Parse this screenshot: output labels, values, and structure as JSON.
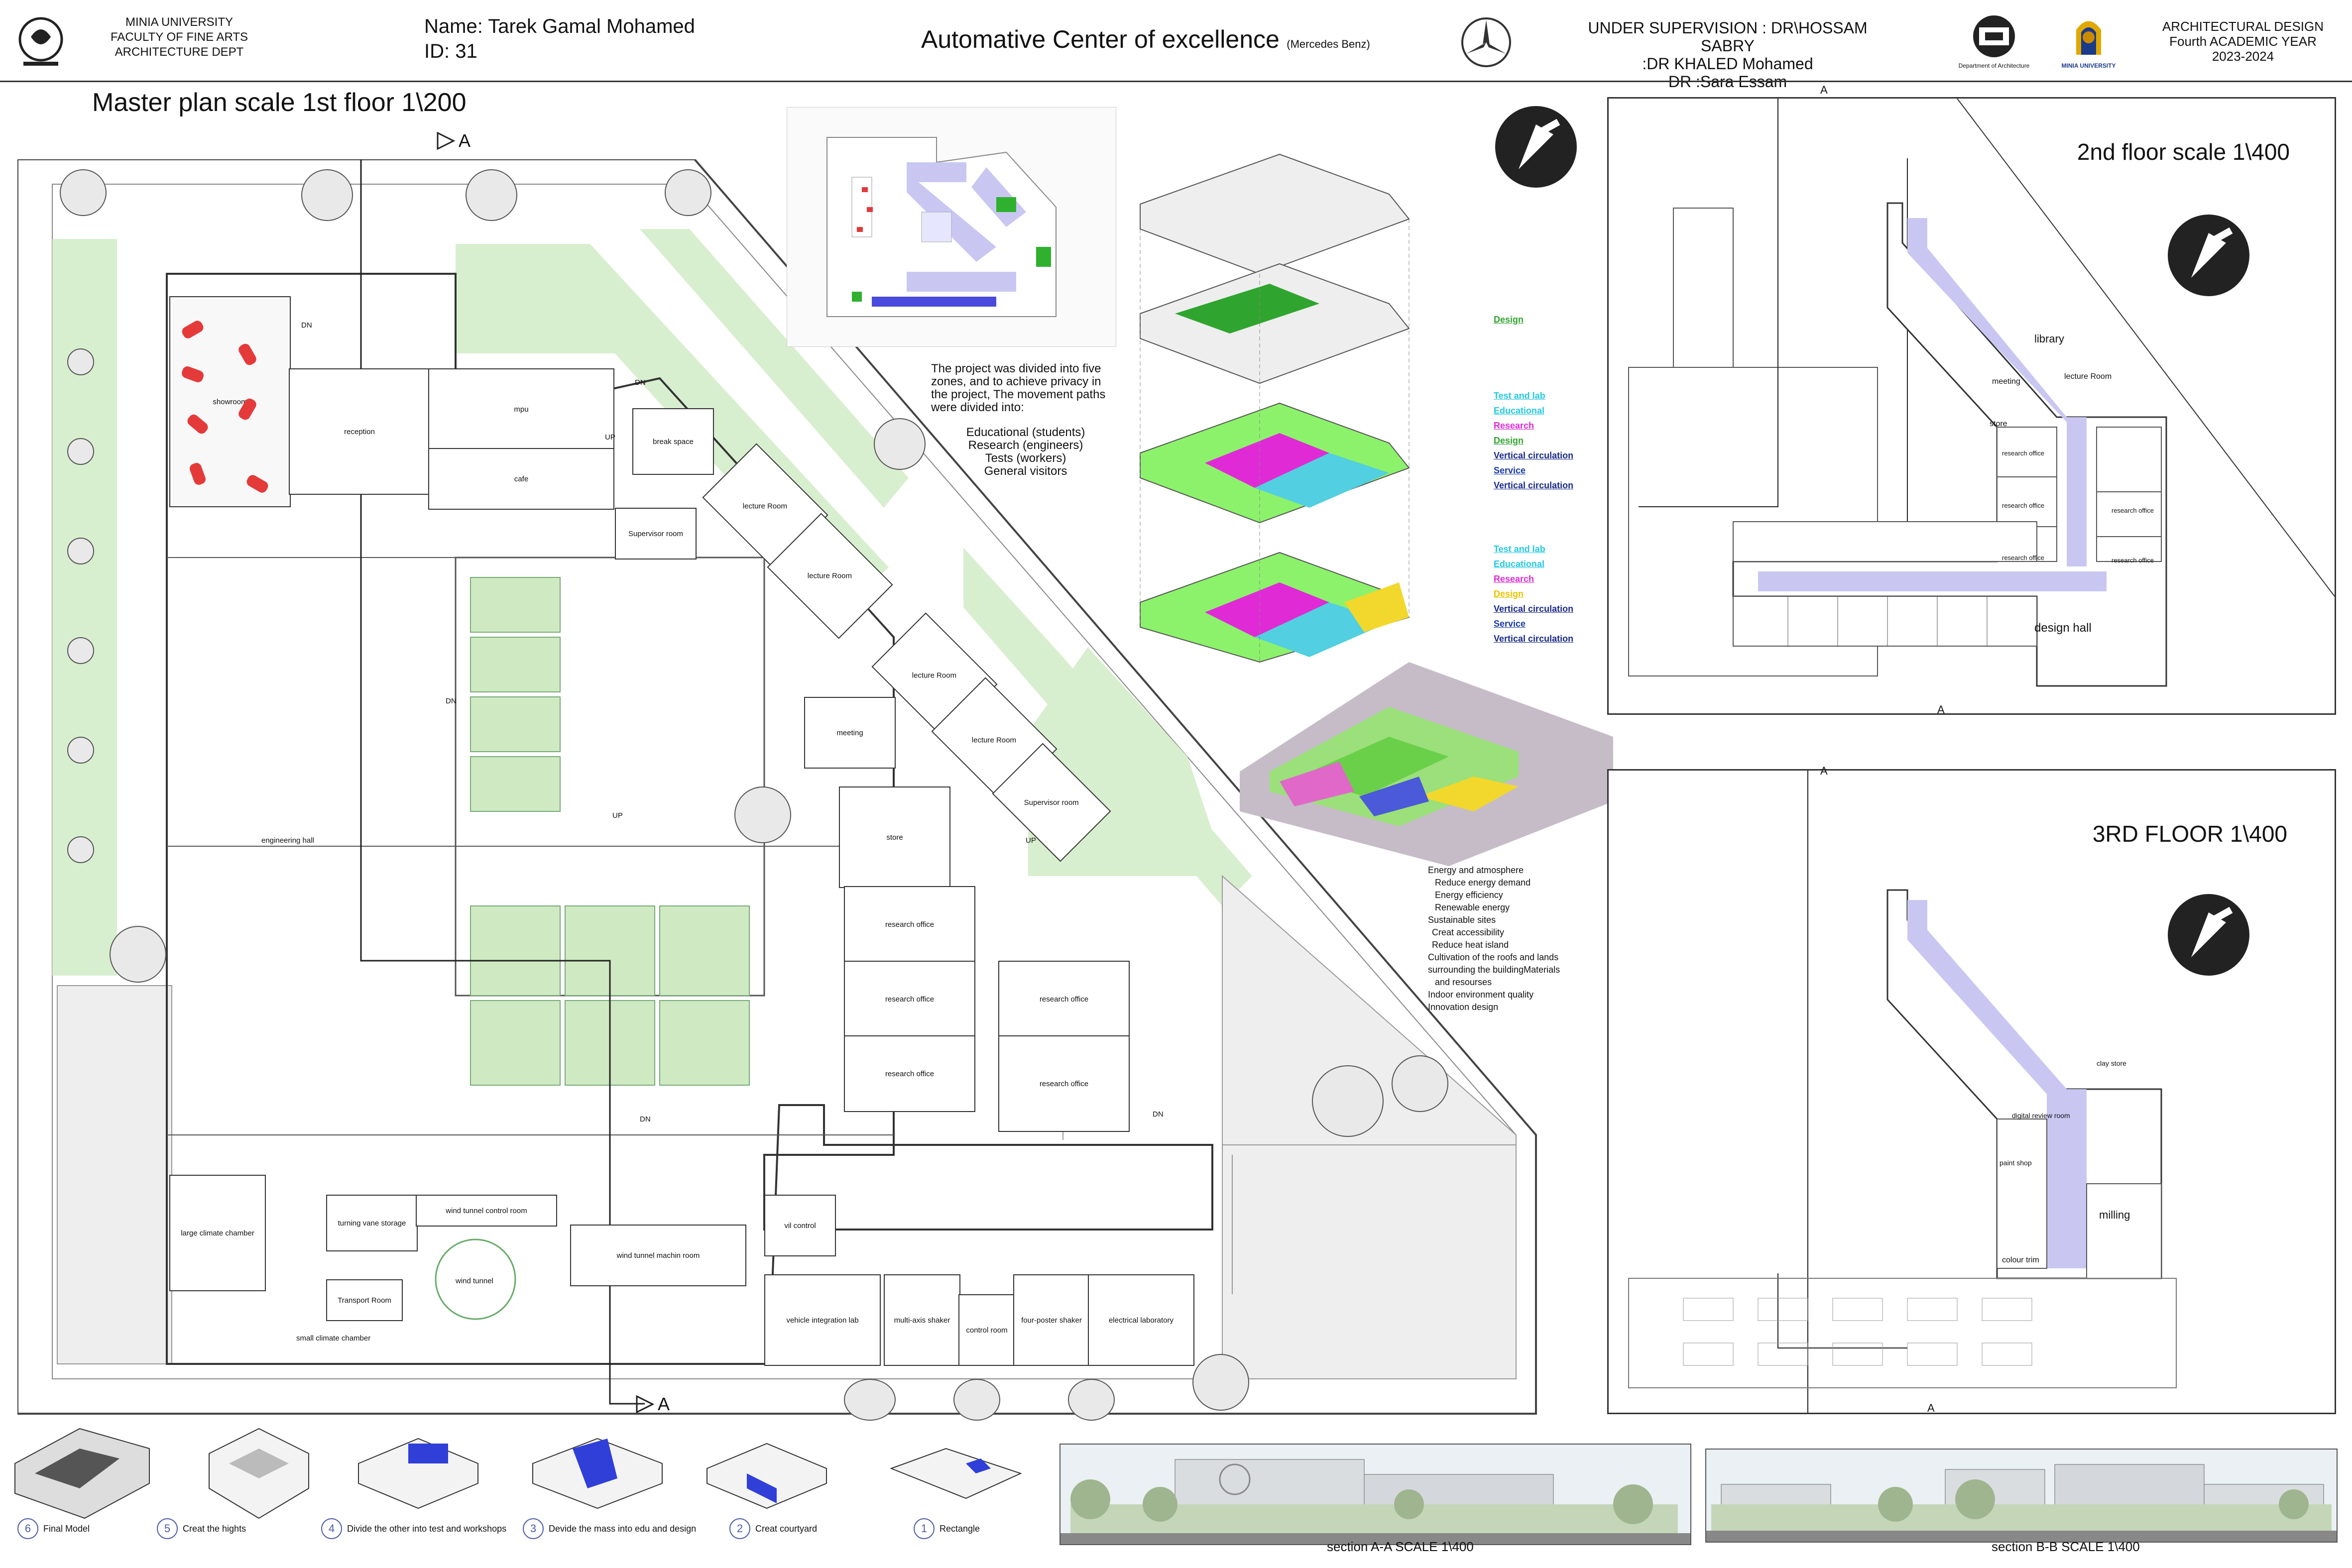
{
  "header": {
    "university_lines": [
      "MINIA UNIVERSITY",
      "FACULTY OF FINE ARTS",
      "ARCHITECTURE DEPT"
    ],
    "student_name": "Name: Tarek Gamal Mohamed",
    "student_id": "ID: 31",
    "project_title": "Automative Center of excellence",
    "project_subtitle": "(Mercedes Benz)",
    "supervision_lines": [
      "UNDER SUPERVISION : DR\\HOSSAM SABRY",
      ":DR KHALED Mohamed",
      "DR :Sara Essam"
    ],
    "dept_logo_caption": "Department of Architecture",
    "minia_logo_caption": "MINIA UNIVERSITY",
    "course_lines": [
      "ARCHITECTURAL DESIGN",
      "Fourth  ACADEMIC YEAR",
      "2023-2024"
    ]
  },
  "master_plan": {
    "title": "Master plan scale  1st floor 1\\200",
    "section_marker": "A",
    "rooms": {
      "showroom": "showroom",
      "reception": "reception",
      "mpu": "mpu",
      "cafe": "cafe",
      "break_space": "break space",
      "lecture1": "lecture Room",
      "lecture2": "lecture Room",
      "lecture3": "lecture Room",
      "lecture4": "lecture Room",
      "supervisor1": "Supervisor room",
      "supervisor2": "Supervisor room",
      "meeting": "meeting",
      "store": "store",
      "research1": "research office",
      "research2": "research office",
      "research3": "research office",
      "research4": "research office",
      "research5": "research office",
      "engineering_hall": "engineering hall",
      "large_climate": "large climate chamber",
      "turning_vane": "turning vane storage",
      "wt_control": "wind tunnel control room",
      "wt_machine": "wind tunnel machin room",
      "wind_tunnel": "wind tunnel",
      "transport": "Transport Room",
      "small_climate": "small climate chamber",
      "vil_control": "vil control",
      "vehicle_integration": "vehicle integration lab",
      "multi_axis": "multi-axis shaker",
      "control_room": "control room",
      "four_poster": "four-poster shaker",
      "electrical_lab": "electrical laboratory"
    },
    "dn": "DN",
    "up": "UP"
  },
  "zoning_text": {
    "intro": "The project was divided into five zones, and to achieve privacy in the project, The movement paths were divided into:",
    "paths": [
      "Educational (students)",
      "Research (engineers)",
      "Tests (workers)",
      "General visitors"
    ]
  },
  "exploded_legend": {
    "level1": [
      "Design"
    ],
    "level2": [
      "Test and lab",
      "Educational",
      "Research",
      "Design",
      "Vertical circulation",
      "Service",
      "Vertical circulation"
    ],
    "level3": [
      "Test and lab",
      "Educational",
      "Research",
      "Design",
      "Vertical circulation",
      "Service",
      "Vertical circulation"
    ],
    "colors": {
      "design": "#2fa52f",
      "test": "#22c9e0",
      "educational": "#22c9e0",
      "research": "#e02ad6",
      "design_yellow": "#e8c400",
      "vertical": "#1a2a8a",
      "service": "#1a3aa8"
    }
  },
  "sustainability": {
    "items": [
      "Energy and atmosphere",
      "Reduce energy demand",
      "Energy efficiency",
      "Renewable energy",
      "Sustainable sites",
      "Creat accessibility",
      "Reduce heat island",
      "Cultivation of the roofs and lands",
      "surrounding the buildingMaterials",
      "and resourses",
      "Indoor environment quality",
      "Innovation design"
    ]
  },
  "second_floor": {
    "title": "2nd floor scale 1\\400",
    "section_marker": "A",
    "rooms": [
      "library",
      "meeting",
      "lecture Room",
      "store",
      "research office",
      "research office",
      "research office",
      "research office",
      "research office",
      "design hall"
    ]
  },
  "third_floor": {
    "title": "3RD FLOOR 1\\400",
    "section_marker": "A",
    "rooms": [
      "clay store",
      "digital review room",
      "paint shop",
      "milling",
      "colour trim"
    ]
  },
  "form_steps": [
    {
      "num": "6",
      "label": "Final Model"
    },
    {
      "num": "5",
      "label": "Creat the hights"
    },
    {
      "num": "4",
      "label": "Divide the other into test and workshops"
    },
    {
      "num": "3",
      "label": "Devide the mass into edu and design"
    },
    {
      "num": "2",
      "label": "Creat courtyard"
    },
    {
      "num": "1",
      "label": "Rectangle"
    }
  ],
  "sections": [
    {
      "label": "section A-A   SCALE 1\\400"
    },
    {
      "label": "section B-B  SCALE 1\\400"
    }
  ]
}
